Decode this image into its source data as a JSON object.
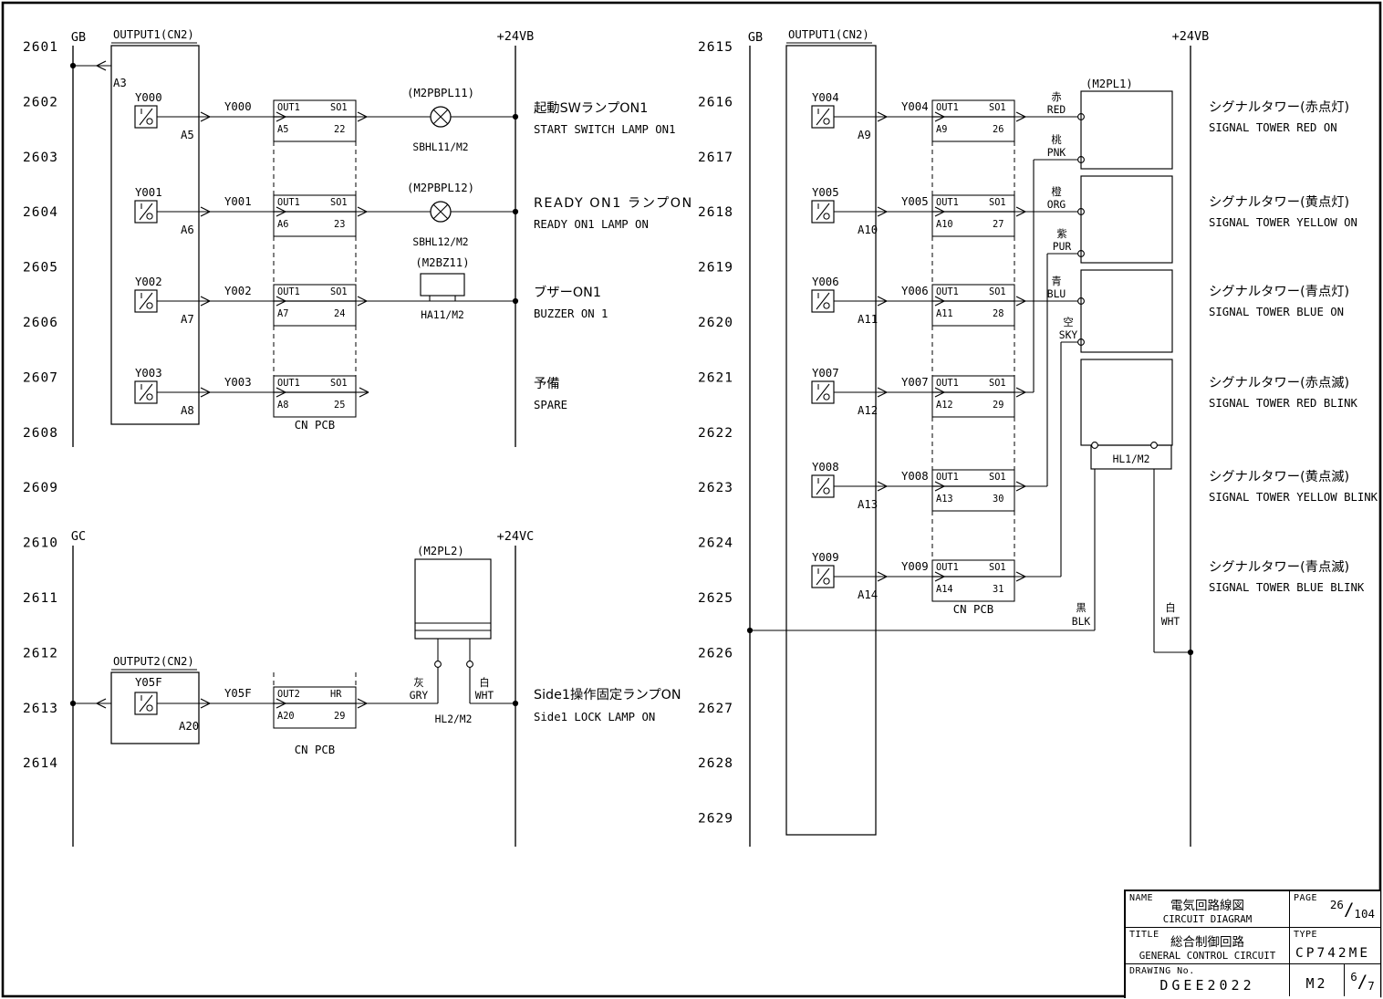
{
  "page": {
    "line_numbers_left": [
      "2601",
      "2602",
      "2603",
      "2604",
      "2605",
      "2606",
      "2607",
      "2608",
      "2609",
      "2610",
      "2611",
      "2612",
      "2613",
      "2614"
    ],
    "line_numbers_right": [
      "2615",
      "2616",
      "2617",
      "2618",
      "2619",
      "2620",
      "2621",
      "2622",
      "2623",
      "2624",
      "2625",
      "2626",
      "2627",
      "2628",
      "2629"
    ]
  },
  "left_top": {
    "bus_label": "GB",
    "supply_label": "+24VB",
    "block_label": "OUTPUT1(CN2)",
    "branch_pin": "A3",
    "cn_pcb_label": "CN PCB",
    "rows": [
      {
        "output": "Y000",
        "pin": "A5",
        "conn_left": "OUT1",
        "conn_right": "SO1",
        "conn_left_pin": "A5",
        "conn_right_pin": "22",
        "device": "lamp",
        "device_ref": "(M2PBPL11)",
        "device_name": "SBHL11/M2",
        "desc_ja": "起動SWランプON1",
        "desc_en": "START SWITCH LAMP ON1"
      },
      {
        "output": "Y001",
        "pin": "A6",
        "conn_left": "OUT1",
        "conn_right": "SO1",
        "conn_left_pin": "A6",
        "conn_right_pin": "23",
        "device": "lamp",
        "device_ref": "(M2PBPL12)",
        "device_name": "SBHL12/M2",
        "desc_ja": "READY ON1 ランプON",
        "desc_en": "READY ON1 LAMP ON"
      },
      {
        "output": "Y002",
        "pin": "A7",
        "conn_left": "OUT1",
        "conn_right": "SO1",
        "conn_left_pin": "A7",
        "conn_right_pin": "24",
        "device": "buzzer",
        "device_ref": "(M2BZ11)",
        "device_name": "HA11/M2",
        "desc_ja": "ブザーON1",
        "desc_en": "BUZZER ON 1"
      },
      {
        "output": "Y003",
        "pin": "A8",
        "conn_left": "OUT1",
        "conn_right": "SO1",
        "conn_left_pin": "A8",
        "conn_right_pin": "25",
        "device": "none",
        "device_ref": "",
        "device_name": "",
        "desc_ja": "予備",
        "desc_en": "SPARE"
      }
    ]
  },
  "left_bottom": {
    "bus_label": "GC",
    "supply_label": "+24VC",
    "block_label": "OUTPUT2(CN2)",
    "cn_pcb_label": "CN PCB",
    "device_ref": "(M2PL2)",
    "device_name": "HL2/M2",
    "wire_left_ja": "灰",
    "wire_left_code": "GRY",
    "wire_right_ja": "白",
    "wire_right_code": "WHT",
    "row": {
      "output": "Y05F",
      "pin": "A20",
      "conn_left": "OUT2",
      "conn_right": "HR",
      "conn_left_pin": "A20",
      "conn_right_pin": "29",
      "desc_ja": "Side1操作固定ランプON",
      "desc_en": "Side1 LOCK LAMP ON"
    }
  },
  "right": {
    "bus_label": "GB",
    "supply_label": "+24VB",
    "block_label": "OUTPUT1(CN2)",
    "cn_pcb_label": "CN PCB",
    "tower_ref": "(M2PL1)",
    "tower_name": "HL1/M2",
    "rows": [
      {
        "output": "Y004",
        "pin": "A9",
        "conn_left": "OUT1",
        "conn_right": "SO1",
        "conn_left_pin": "A9",
        "conn_right_pin": "26",
        "wire_ja": "赤",
        "wire_code": "RED",
        "desc_ja": "シグナルタワー(赤点灯)",
        "desc_en": "SIGNAL TOWER RED ON"
      },
      {
        "output": "Y005",
        "pin": "A10",
        "conn_left": "OUT1",
        "conn_right": "SO1",
        "conn_left_pin": "A10",
        "conn_right_pin": "27",
        "wire_ja": "橙",
        "wire_code": "ORG",
        "desc_ja": "シグナルタワー(黄点灯)",
        "desc_en": "SIGNAL TOWER YELLOW ON"
      },
      {
        "output": "Y006",
        "pin": "A11",
        "conn_left": "OUT1",
        "conn_right": "SO1",
        "conn_left_pin": "A11",
        "conn_right_pin": "28",
        "wire_ja": "青",
        "wire_code": "BLU",
        "desc_ja": "シグナルタワー(青点灯)",
        "desc_en": "SIGNAL TOWER BLUE ON"
      },
      {
        "output": "Y007",
        "pin": "A12",
        "conn_left": "OUT1",
        "conn_right": "SO1",
        "conn_left_pin": "A12",
        "conn_right_pin": "29",
        "wire_ja": "桃",
        "wire_code": "PNK",
        "desc_ja": "シグナルタワー(赤点滅)",
        "desc_en": "SIGNAL TOWER RED BLINK"
      },
      {
        "output": "Y008",
        "pin": "A13",
        "conn_left": "OUT1",
        "conn_right": "SO1",
        "conn_left_pin": "A13",
        "conn_right_pin": "30",
        "wire_ja": "紫",
        "wire_code": "PUR",
        "desc_ja": "シグナルタワー(黄点滅)",
        "desc_en": "SIGNAL TOWER YELLOW BLINK"
      },
      {
        "output": "Y009",
        "pin": "A14",
        "conn_left": "OUT1",
        "conn_right": "SO1",
        "conn_left_pin": "A14",
        "conn_right_pin": "31",
        "wire_ja": "空",
        "wire_code": "SKY",
        "desc_ja": "シグナルタワー(青点滅)",
        "desc_en": "SIGNAL TOWER BLUE BLINK"
      }
    ],
    "bottom_wires": {
      "blk_ja": "黒",
      "blk_code": "BLK",
      "wht_ja": "白",
      "wht_code": "WHT"
    }
  },
  "title_block": {
    "name_label": "NAME",
    "name_ja": "電気回路線図",
    "name_en": "CIRCUIT DIAGRAM",
    "page_label": "PAGE",
    "page_num": "26",
    "page_total": "104",
    "title_label": "TITLE",
    "title_ja": "総合制御回路",
    "title_en": "GENERAL CONTROL CIRCUIT",
    "type_label": "TYPE",
    "type_value": "CP742ME",
    "drawing_label": "DRAWING No.",
    "drawing_number": "DGEE2022",
    "unit": "M2",
    "sheet_num": "6",
    "sheet_total": "7"
  }
}
